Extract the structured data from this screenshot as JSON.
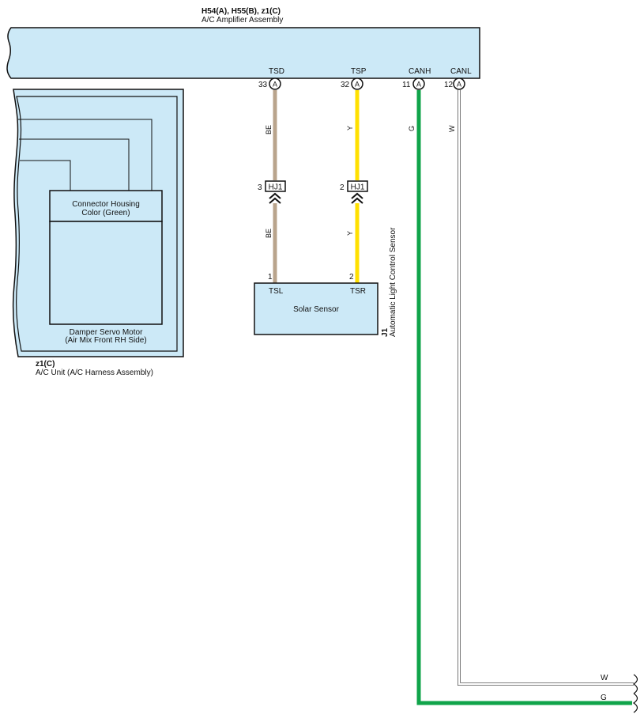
{
  "amplifier": {
    "connectors": "H54(A), H55(B), z1(C)",
    "name": "A/C Amplifier Assembly",
    "fill": "#cce9f7"
  },
  "pins": [
    {
      "terminal": "TSD",
      "number": "33",
      "connector": "A"
    },
    {
      "terminal": "TSP",
      "number": "32",
      "connector": "A"
    },
    {
      "terminal": "CANH",
      "number": "11",
      "connector": "A"
    },
    {
      "terminal": "CANL",
      "number": "12",
      "connector": "A"
    }
  ],
  "wires": {
    "tsd": {
      "color_code": "BE",
      "hex": "#b9a48c"
    },
    "tsp": {
      "color_code": "Y",
      "hex": "#ffe000"
    },
    "canh": {
      "color_code": "G",
      "hex": "#10a44a"
    },
    "canl": {
      "color_code": "W",
      "hex": "#ffffff"
    }
  },
  "junction": {
    "left": {
      "pin": "3",
      "label": "HJ1"
    },
    "right": {
      "pin": "2",
      "label": "HJ1"
    }
  },
  "sensor": {
    "name": "Solar Sensor",
    "pin_left_number": "1",
    "pin_left_terminal": "TSL",
    "pin_right_number": "2",
    "pin_right_terminal": "TSR",
    "connector_id": "J1",
    "description": "Automatic Light Control Sensor"
  },
  "ac_unit": {
    "housing_line1": "Connector Housing",
    "housing_line2": "Color (Green)",
    "motor_line1": "Damper Servo Motor",
    "motor_line2": "(Air Mix Front RH Side)",
    "connector": "z1(C)",
    "name": "A/C Unit (A/C Harness Assembly)"
  },
  "bottom_labels": {
    "w": "W",
    "g": "G"
  }
}
